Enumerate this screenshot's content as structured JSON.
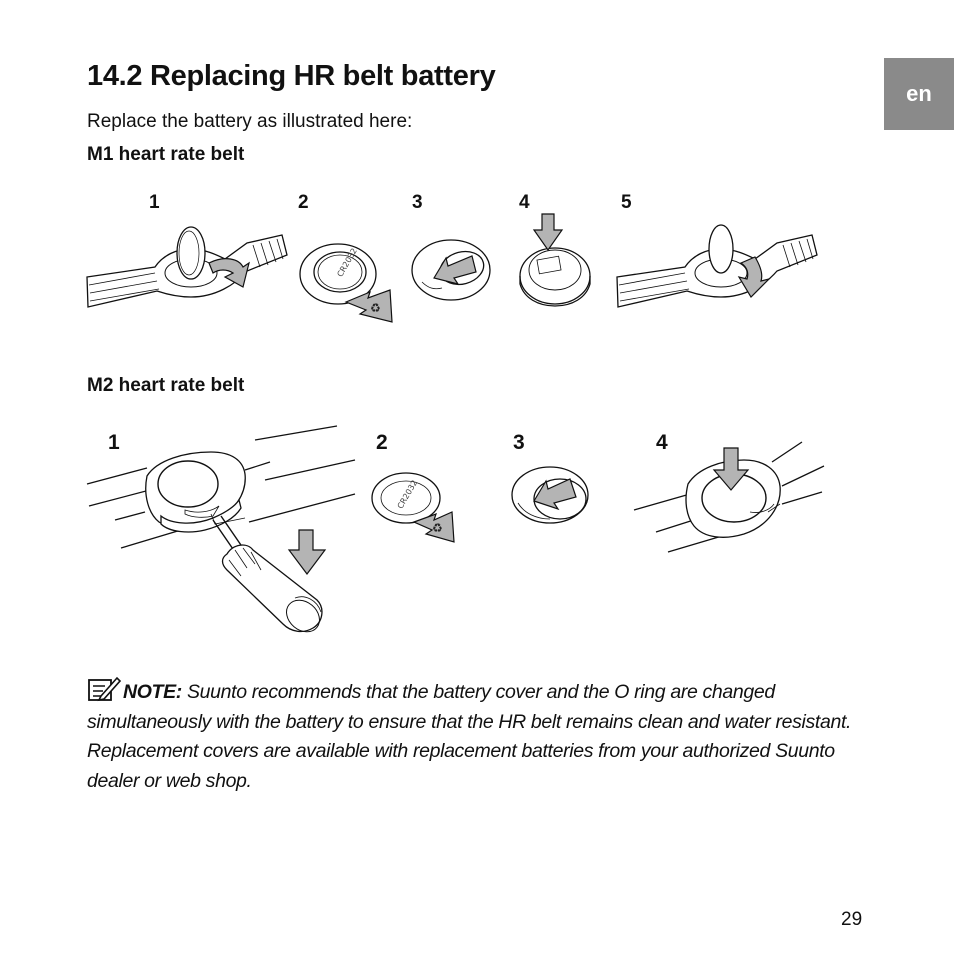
{
  "lang_tab": "en",
  "title": "14.2 Replacing HR belt battery",
  "intro": "Replace the battery as illustrated here:",
  "m1": {
    "heading": "M1 heart rate belt",
    "steps": [
      "1",
      "2",
      "3",
      "4",
      "5"
    ]
  },
  "m2": {
    "heading": "M2 heart rate belt",
    "steps": [
      "1",
      "2",
      "3",
      "4"
    ]
  },
  "note": {
    "icon": "note-pencil-icon",
    "label": "NOTE:",
    "text": " Suunto recommends that the battery cover and the O ring are changed simultaneously with the battery to ensure that the HR belt remains clean and water resistant. Replacement covers are available with replacement batteries from your authorized Suunto dealer or web shop."
  },
  "page_number": "29"
}
